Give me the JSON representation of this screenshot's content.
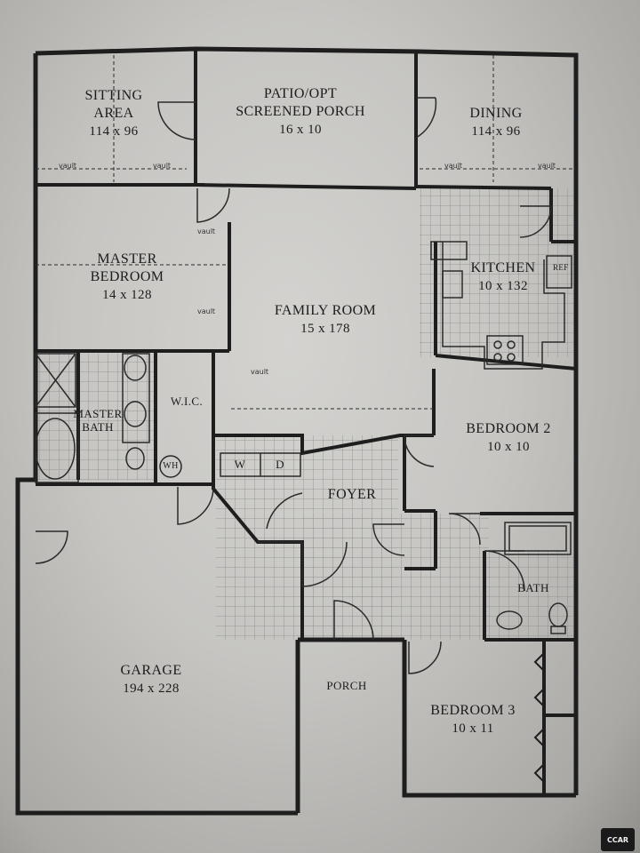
{
  "rooms": {
    "sitting_area": {
      "name1": "SITTING",
      "name2": "AREA",
      "dims": "114 x 96"
    },
    "patio": {
      "name1": "PATIO/OPT",
      "name2": "SCREENED PORCH",
      "dims": "16 x 10"
    },
    "dining": {
      "name": "DINING",
      "dims": "114 x 96"
    },
    "master_bedroom": {
      "name1": "MASTER",
      "name2": "BEDROOM",
      "dims": "14 x 128"
    },
    "family_room": {
      "name": "FAMILY ROOM",
      "dims": "15 x 178"
    },
    "kitchen": {
      "name": "KITCHEN",
      "dims": "10 x 132"
    },
    "ref": {
      "name": "REF"
    },
    "master_bath": {
      "name1": "MASTER",
      "name2": "BATH"
    },
    "wic": {
      "name": "W.I.C."
    },
    "wh": {
      "name": "WH"
    },
    "washer": {
      "name": "W"
    },
    "dryer": {
      "name": "D"
    },
    "foyer": {
      "name": "FOYER"
    },
    "bedroom2": {
      "name": "BEDROOM 2",
      "dims": "10 x 10"
    },
    "bath": {
      "name": "BATH"
    },
    "garage": {
      "name": "GARAGE",
      "dims": "194 x 228"
    },
    "porch": {
      "name": "PORCH"
    },
    "bedroom3": {
      "name": "BEDROOM 3",
      "dims": "10 x 11"
    }
  },
  "vault_label": "vault",
  "logo": {
    "text": "CCAR"
  },
  "colors": {
    "paper": "#c9c8c5",
    "wall": "#1e1e1e",
    "tile": "#8a8a88"
  }
}
